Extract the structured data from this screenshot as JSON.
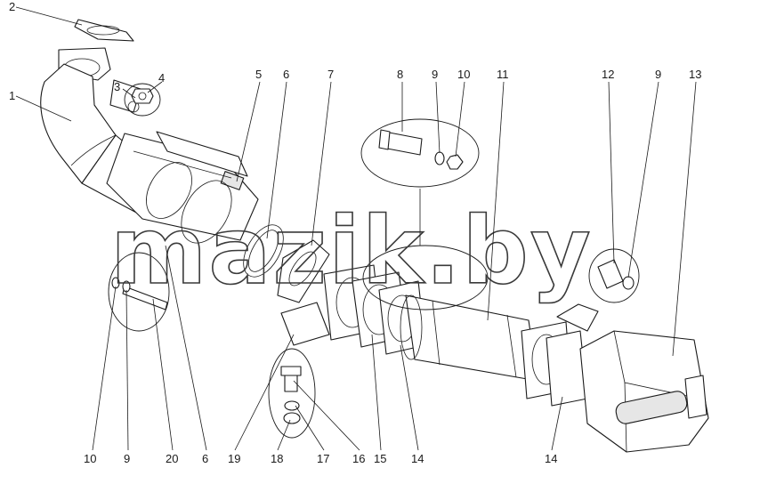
{
  "watermark": "mazik.by",
  "callouts": [
    {
      "id": "c2",
      "label": "2"
    },
    {
      "id": "c1",
      "label": "1"
    },
    {
      "id": "c3",
      "label": "3"
    },
    {
      "id": "c4",
      "label": "4"
    },
    {
      "id": "c5",
      "label": "5"
    },
    {
      "id": "c6",
      "label": "6"
    },
    {
      "id": "c7",
      "label": "7"
    },
    {
      "id": "c8",
      "label": "8"
    },
    {
      "id": "c9a",
      "label": "9"
    },
    {
      "id": "c10a",
      "label": "10"
    },
    {
      "id": "c11",
      "label": "11"
    },
    {
      "id": "c12",
      "label": "12"
    },
    {
      "id": "c9b",
      "label": "9"
    },
    {
      "id": "c13",
      "label": "13"
    },
    {
      "id": "c10b",
      "label": "10"
    },
    {
      "id": "c9c",
      "label": "9"
    },
    {
      "id": "c20",
      "label": "20"
    },
    {
      "id": "c6b",
      "label": "6"
    },
    {
      "id": "c19",
      "label": "19"
    },
    {
      "id": "c18",
      "label": "18"
    },
    {
      "id": "c17",
      "label": "17"
    },
    {
      "id": "c16",
      "label": "16"
    },
    {
      "id": "c15",
      "label": "15"
    },
    {
      "id": "c14a",
      "label": "14"
    },
    {
      "id": "c14b",
      "label": "14"
    }
  ]
}
